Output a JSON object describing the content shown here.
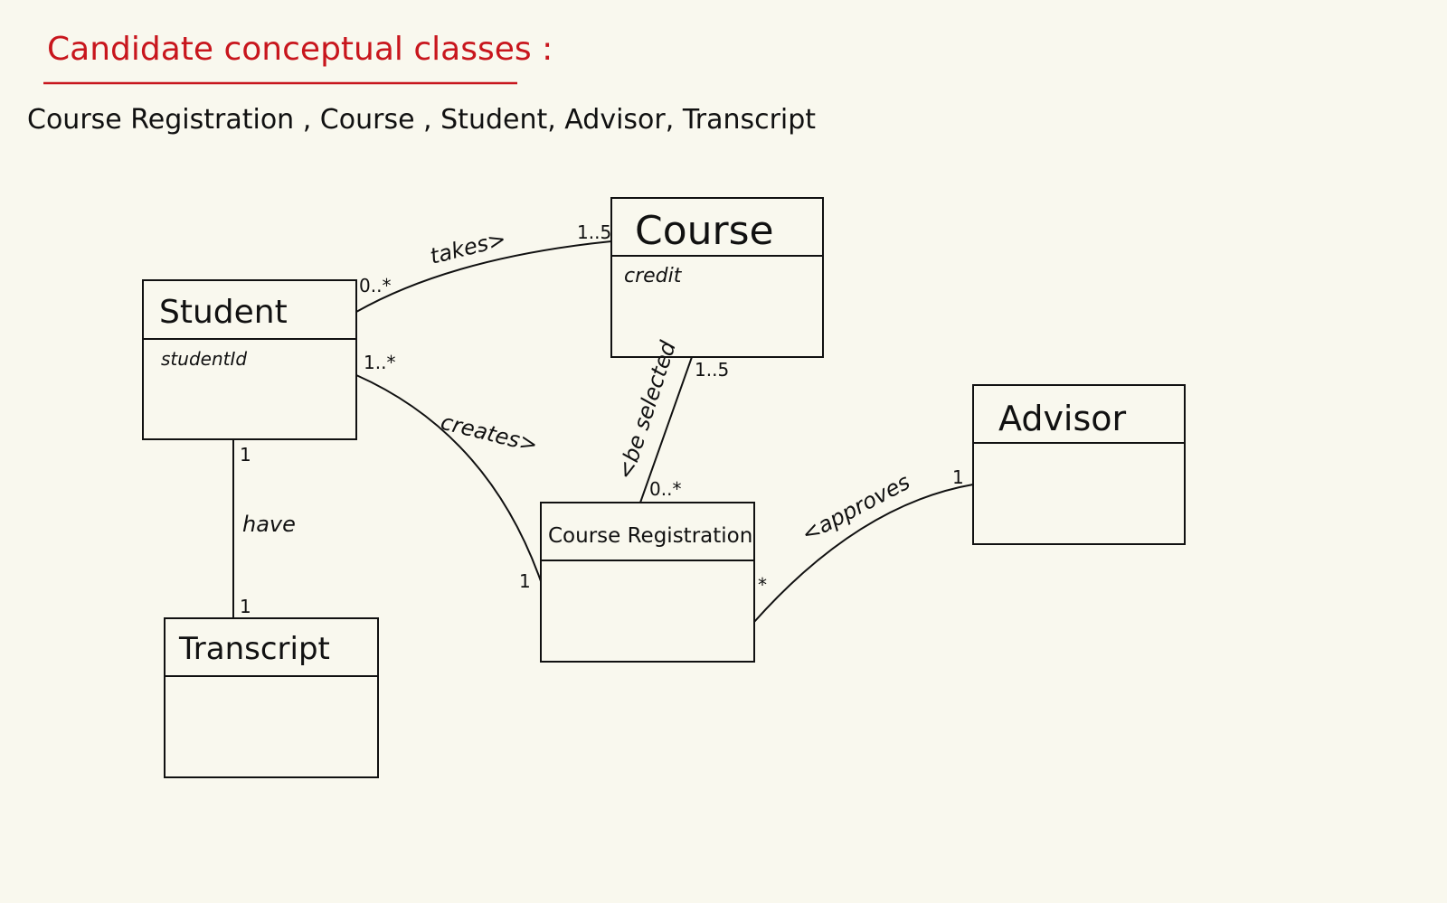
{
  "header": {
    "title": "Candidate conceptual classes :",
    "candidates_text": "Course Registration , Course , Student, Advisor, Transcript"
  },
  "classes": {
    "student": {
      "name": "Student",
      "attribute": "studentId"
    },
    "course": {
      "name": "Course",
      "attribute": "credit"
    },
    "advisor": {
      "name": "Advisor"
    },
    "transcript": {
      "name": "Transcript"
    },
    "course_registration": {
      "name": "Course Registration"
    }
  },
  "associations": {
    "takes": {
      "label": "takes>",
      "student_mult": "0..*",
      "course_mult": "1..5"
    },
    "creates": {
      "label": "creates>",
      "student_mult": "1..*",
      "registration_mult": "1"
    },
    "be_selected": {
      "label": "<be selected",
      "course_mult": "1..5",
      "registration_mult": "0..*"
    },
    "approves": {
      "label": "<approves",
      "advisor_mult": "1",
      "registration_mult": "*"
    },
    "have": {
      "label": "have",
      "student_mult": "1",
      "transcript_mult": "1"
    }
  },
  "colors": {
    "background": "#f9f8ee",
    "title": "#c8161d",
    "ink": "#111111"
  }
}
